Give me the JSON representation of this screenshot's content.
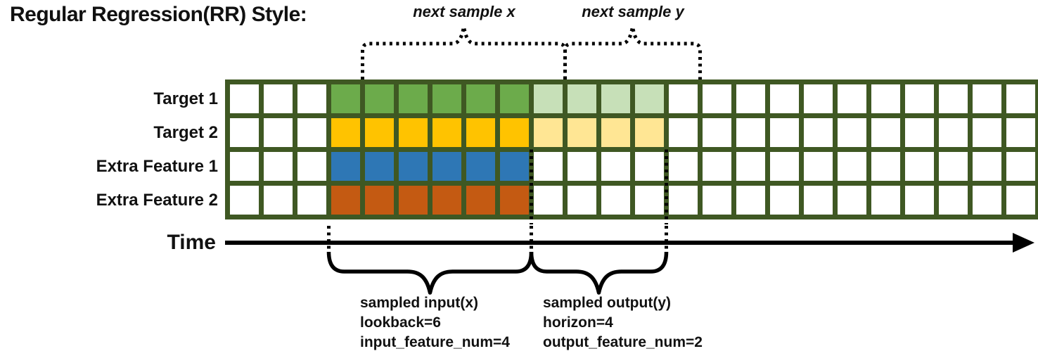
{
  "title": "Regular Regression(RR) Style:",
  "top_annotations": {
    "next_sample_x": "next sample x",
    "next_sample_y": "next sample y"
  },
  "axis": {
    "label": "Time"
  },
  "grid": {
    "columns": 24,
    "empty_leading_columns": 3,
    "border_color": "#3f5823",
    "cell_empty_color": "#ffffff",
    "rows": [
      {
        "label": "Target 1",
        "input_color": "#6cab4b",
        "output_color": "#c7e0b8"
      },
      {
        "label": "Target 2",
        "input_color": "#ffc300",
        "output_color": "#ffe694"
      },
      {
        "label": "Extra Feature 1",
        "input_color": "#2e77b5",
        "output_color": null
      },
      {
        "label": "Extra Feature 2",
        "input_color": "#c45a12",
        "output_color": null
      }
    ]
  },
  "sampling": {
    "lookback": 6,
    "horizon": 4,
    "next_sample_shift": 1
  },
  "bottom_annotations": {
    "input": [
      "sampled input(x)",
      "lookback=6",
      "input_feature_num=4"
    ],
    "output": [
      "sampled output(y)",
      "horizon=4",
      "output_feature_num=2"
    ]
  },
  "annotation_color": "#000000"
}
